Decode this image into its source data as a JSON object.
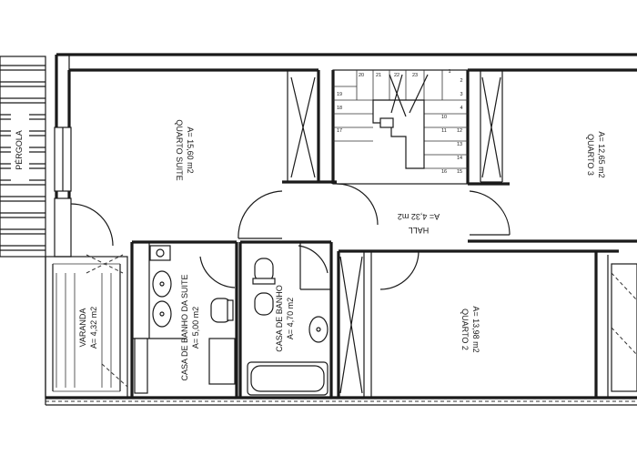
{
  "rooms": {
    "suite": {
      "name": "QUARTO SUITE",
      "area": "A= 15,60 m2"
    },
    "quarto3": {
      "name": "QUARTO 3",
      "area": "A= 12,65 m2"
    },
    "hall": {
      "name": "HALL",
      "area": "A= 4,32 m2"
    },
    "quarto2": {
      "name": "QUARTO 2",
      "area": "A= 13,98 m2"
    },
    "banho_suite": {
      "name": "CASA DE BANHO DA SUITE",
      "area": "A= 5,00 m2"
    },
    "banho": {
      "name": "CASA DE BANHO",
      "area": "A= 4,70 m2"
    },
    "varanda": {
      "name": "VARANDA",
      "area": "A= 4,32 m2"
    },
    "pergola": {
      "name": "PÉRGOLA"
    }
  },
  "stairs": {
    "top_numbers": [
      "20",
      "21",
      "22",
      "23",
      "1"
    ],
    "left_numbers": [
      "19",
      "18",
      "17"
    ],
    "right_numbers": [
      "2",
      "3",
      "4"
    ],
    "bottom_numbers": [
      "10",
      "11",
      "12",
      "13",
      "14",
      "15",
      "16"
    ]
  }
}
